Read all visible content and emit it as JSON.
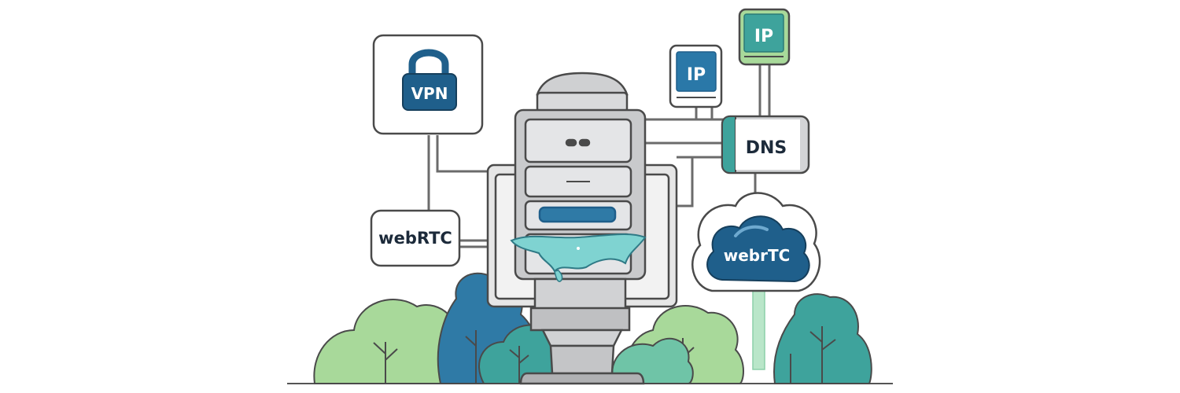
{
  "labels": {
    "vpn": "VPN",
    "ip_small": "IP",
    "ip_top": "IP",
    "dns": "DNS",
    "webrtc_box": "webRTC",
    "webrtc_cloud": "webrTC"
  },
  "icons": [
    "lock-icon",
    "server-icon",
    "cloud-icon",
    "tree-icon",
    "liquid-leak-icon"
  ],
  "colors": {
    "dark_blue": "#1f5f8b",
    "teal": "#3ea39c",
    "light_green": "#a8d99a",
    "mint": "#6fc4a7",
    "server_gray": "#d3d4d6",
    "outline": "#4a4a4a",
    "leak": "#7fd3d1"
  }
}
